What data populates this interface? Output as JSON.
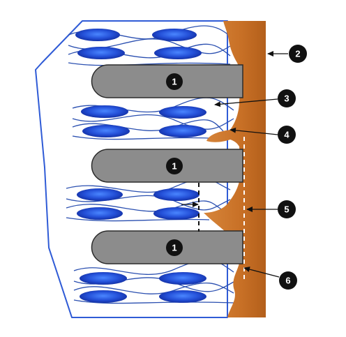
{
  "colors": {
    "outline": "#2f5bd6",
    "fiber_line": "#2a4fb0",
    "ellipse_dark": "#1430a8",
    "ellipse_light": "#3d78f0",
    "rod_fill": "#8c8c8c",
    "rod_stroke": "#2b2b2b",
    "wall_dark": "#b8651f",
    "wall_light": "#e0923a",
    "marker_fill": "#111111",
    "marker_text": "#ffffff",
    "arrow": "#111111"
  },
  "diagram": {
    "rod_label": "1",
    "callouts": [
      "2",
      "3",
      "4",
      "5",
      "6"
    ]
  },
  "icons": {
    "rod": "grey-rod-shape",
    "ellipse": "blue-ellipse-shape",
    "marker": "black-circle-number"
  }
}
